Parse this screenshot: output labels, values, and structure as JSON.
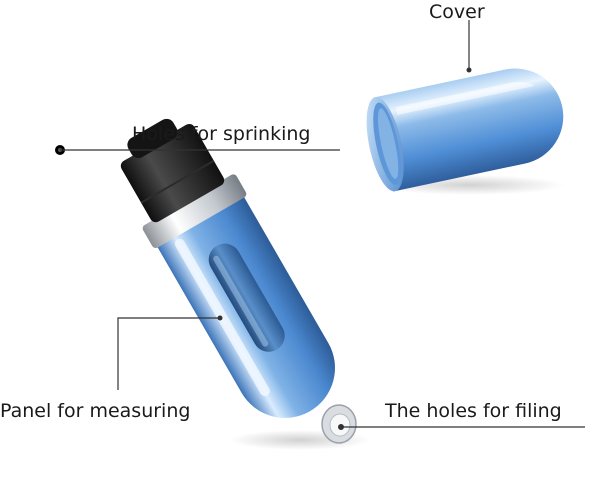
{
  "labels": {
    "cover": "Cover",
    "holes_for_sprinkling": "Holes for sprinking",
    "panel_for_measuring": "Panel for measuring",
    "holes_for_filling": "The holes for filing"
  },
  "colors": {
    "bottle_blue": "#6fa8e0",
    "bottle_highlight": "#e6f3ff",
    "bottle_shadow": "#2f5e9c",
    "nozzle_black": "#1b1b1b",
    "silver_ring": "#d8dde2",
    "leader_line": "#333333"
  }
}
